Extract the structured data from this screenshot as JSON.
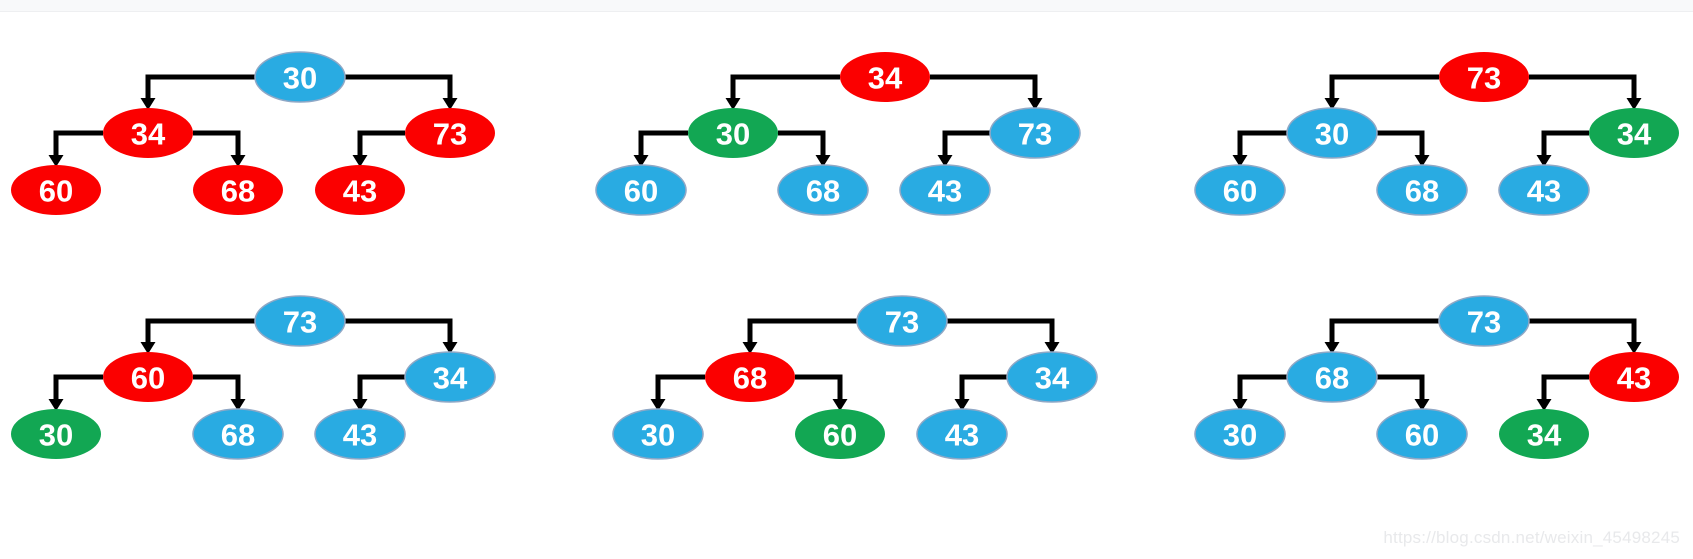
{
  "page": {
    "background": "#FFFFFF",
    "top_strip_color": "#F8F9FA"
  },
  "colors": {
    "blue": "#29ABE2",
    "red": "#FB0000",
    "green": "#12A753",
    "blue_stroke": "#8FA8C6",
    "edge": "#000000",
    "node_text": "#FFFFFF"
  },
  "diagram": {
    "description": "Six binary-tree heapify steps, each tree has a root, two children, and three grandchildren",
    "trees": [
      {
        "name": "step-1",
        "nodes": {
          "root": {
            "value": "30",
            "color": "blue"
          },
          "left": {
            "value": "34",
            "color": "red"
          },
          "right": {
            "value": "73",
            "color": "red"
          },
          "left_left": {
            "value": "60",
            "color": "red"
          },
          "left_right": {
            "value": "68",
            "color": "red"
          },
          "right_left": {
            "value": "43",
            "color": "red"
          }
        }
      },
      {
        "name": "step-2",
        "nodes": {
          "root": {
            "value": "34",
            "color": "red"
          },
          "left": {
            "value": "30",
            "color": "green"
          },
          "right": {
            "value": "73",
            "color": "blue"
          },
          "left_left": {
            "value": "60",
            "color": "blue"
          },
          "left_right": {
            "value": "68",
            "color": "blue"
          },
          "right_left": {
            "value": "43",
            "color": "blue"
          }
        }
      },
      {
        "name": "step-3",
        "nodes": {
          "root": {
            "value": "73",
            "color": "red"
          },
          "left": {
            "value": "30",
            "color": "blue"
          },
          "right": {
            "value": "34",
            "color": "green"
          },
          "left_left": {
            "value": "60",
            "color": "blue"
          },
          "left_right": {
            "value": "68",
            "color": "blue"
          },
          "right_left": {
            "value": "43",
            "color": "blue"
          }
        }
      },
      {
        "name": "step-4",
        "nodes": {
          "root": {
            "value": "73",
            "color": "blue"
          },
          "left": {
            "value": "60",
            "color": "red"
          },
          "right": {
            "value": "34",
            "color": "blue"
          },
          "left_left": {
            "value": "30",
            "color": "green"
          },
          "left_right": {
            "value": "68",
            "color": "blue"
          },
          "right_left": {
            "value": "43",
            "color": "blue"
          }
        }
      },
      {
        "name": "step-5",
        "nodes": {
          "root": {
            "value": "73",
            "color": "blue"
          },
          "left": {
            "value": "68",
            "color": "red"
          },
          "right": {
            "value": "34",
            "color": "blue"
          },
          "left_left": {
            "value": "30",
            "color": "blue"
          },
          "left_right": {
            "value": "60",
            "color": "green"
          },
          "right_left": {
            "value": "43",
            "color": "blue"
          }
        }
      },
      {
        "name": "step-6",
        "nodes": {
          "root": {
            "value": "73",
            "color": "blue"
          },
          "left": {
            "value": "68",
            "color": "blue"
          },
          "right": {
            "value": "43",
            "color": "red"
          },
          "left_left": {
            "value": "30",
            "color": "blue"
          },
          "left_right": {
            "value": "60",
            "color": "blue"
          },
          "right_left": {
            "value": "34",
            "color": "green"
          }
        }
      }
    ]
  },
  "watermark": {
    "text": "https://blog.csdn.net/weixin_45498245",
    "color": "#E8E9EB"
  }
}
